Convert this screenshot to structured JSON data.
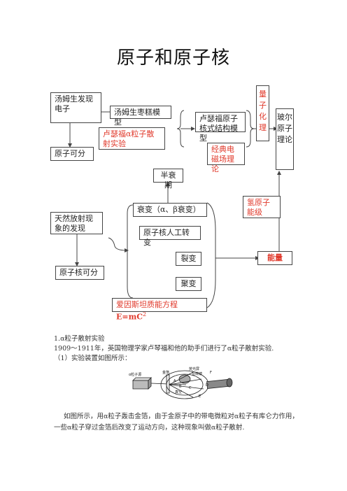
{
  "title": "原子和原子核",
  "nodes": {
    "thomson_electron": "汤姆生发现电子",
    "atom_divisible": "原子可分",
    "plum_model": "汤姆生枣糕模型",
    "alpha_scatter": "卢瑟福α粒子散射实验",
    "rutherford_model": "卢瑟福原子核式结构模型",
    "classical_em": "经典电磁场理论",
    "quantization": "量子化理",
    "bohr_theory": "玻尔原子理论",
    "hydrogen_levels": "氢原子能级",
    "energy": "能量",
    "half_life": "半衰期",
    "natural_radioactivity": "天然放射现象的发现",
    "nucleus_divisible": "原子核可分",
    "decay": "衰变（α、β衰变）",
    "artificial_transmutation": "原子核人工转变",
    "fission": "裂变",
    "fusion": "聚变",
    "einstein_prefix": "爱因斯坦质能方程",
    "einstein_formula": "E=mC",
    "einstein_sup": "2"
  },
  "text": {
    "heading": "1.α粒子散射实验",
    "line1": "1909～1911年，英国物理学家卢琴福和他的助手们进行了α粒子散射实验.",
    "line2": "（1）实验装置如图所示：",
    "para1": "如图所示，用α粒子轰击金箔，由于金原子中的带电微粒对α粒子有库仑力作用，",
    "para2": "一些α粒子穿过金箔后改变了运动方向，这种现象叫做α粒子散射."
  },
  "apparatus_labels": {
    "source": "α粒子源",
    "foil": "金箔",
    "screen": "荧光屏",
    "microscope": "显微镜",
    "vacuum": "真空",
    "f": "F",
    "d": "D",
    "e": "E",
    "c": "C",
    "b": "B",
    "a": "A"
  },
  "colors": {
    "accent_red": "#e0382a",
    "line": "#444444"
  }
}
